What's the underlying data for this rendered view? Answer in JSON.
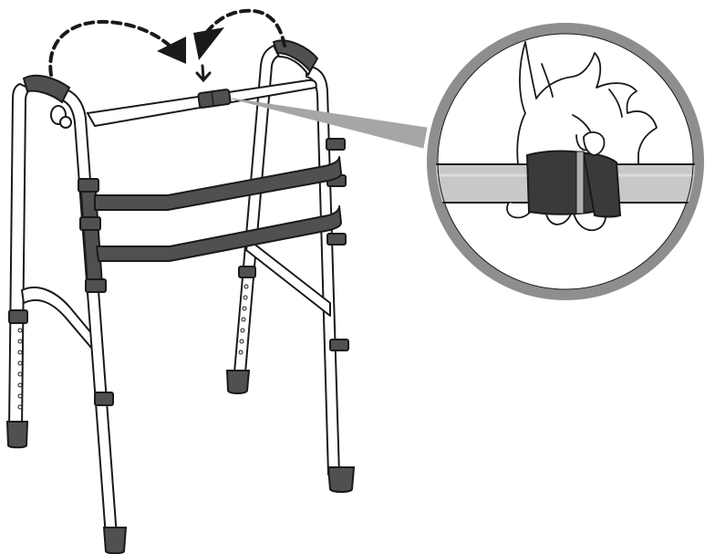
{
  "illustration": {
    "subject": "folding walker",
    "elements": [
      "walker-frame",
      "fold-arrows",
      "release-button",
      "magnifier-callout",
      "hand-pressing-button"
    ]
  },
  "colors": {
    "frame_fill": "#ffffff",
    "outline": "#1a1a1a",
    "dark_grey": "#505050",
    "bar_light": "#c8c8c8",
    "bar_mid": "#a6a6a6",
    "magnifier_ring": "#8e8e8e",
    "button_dark": "#3a3a3a"
  },
  "icons": {
    "arrow_left": "curved-dashed-arrow-icon",
    "arrow_right": "curved-dashed-arrow-icon",
    "arrow_down": "down-arrow-icon"
  }
}
